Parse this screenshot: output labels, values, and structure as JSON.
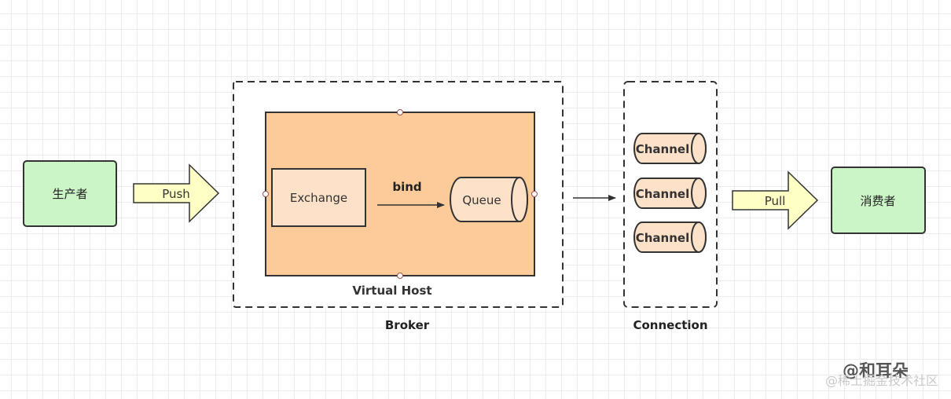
{
  "producer": {
    "label": "生产者"
  },
  "consumer": {
    "label": "消费者"
  },
  "push_arrow": {
    "label": "Push"
  },
  "pull_arrow": {
    "label": "Pull"
  },
  "broker": {
    "label": "Broker",
    "virtual_host": {
      "label": "Virtual Host",
      "exchange": {
        "label": "Exchange"
      },
      "bind": {
        "label": "bind"
      },
      "queue": {
        "label": "Queue"
      }
    }
  },
  "connection": {
    "label": "Connection",
    "channels": [
      {
        "label": "Channel"
      },
      {
        "label": "Channel"
      },
      {
        "label": "Channel"
      }
    ]
  },
  "watermark": {
    "author": "@和耳朵",
    "site": "@稀土掘金技术社区"
  },
  "colors": {
    "green_box": "#ccf5c7",
    "yellow_arrow": "#fdffc4",
    "orange_host": "#fdcb9a",
    "peach_box": "#fde2c9",
    "stroke": "#333333"
  }
}
